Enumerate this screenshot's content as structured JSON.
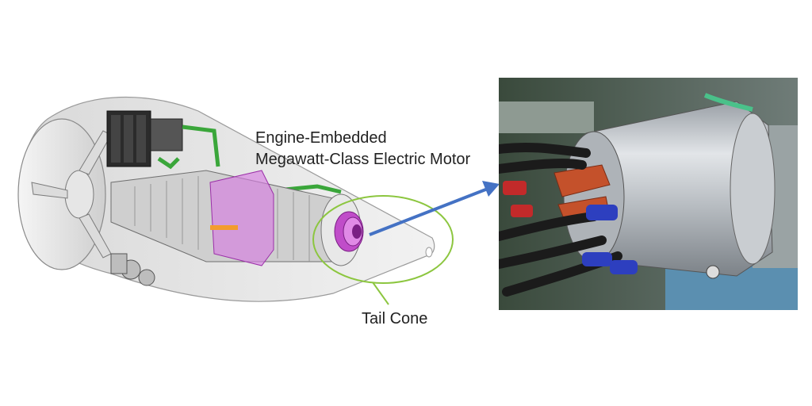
{
  "labels": {
    "motor_line1": "Engine-Embedded",
    "motor_line2": "Megawatt-Class Electric Motor",
    "tail_cone": "Tail Cone"
  },
  "colors": {
    "ellipse": "#8cc63f",
    "arrow": "#4472c4",
    "motor_magenta": "#c04dc9",
    "piping_green": "#3aa63a"
  }
}
